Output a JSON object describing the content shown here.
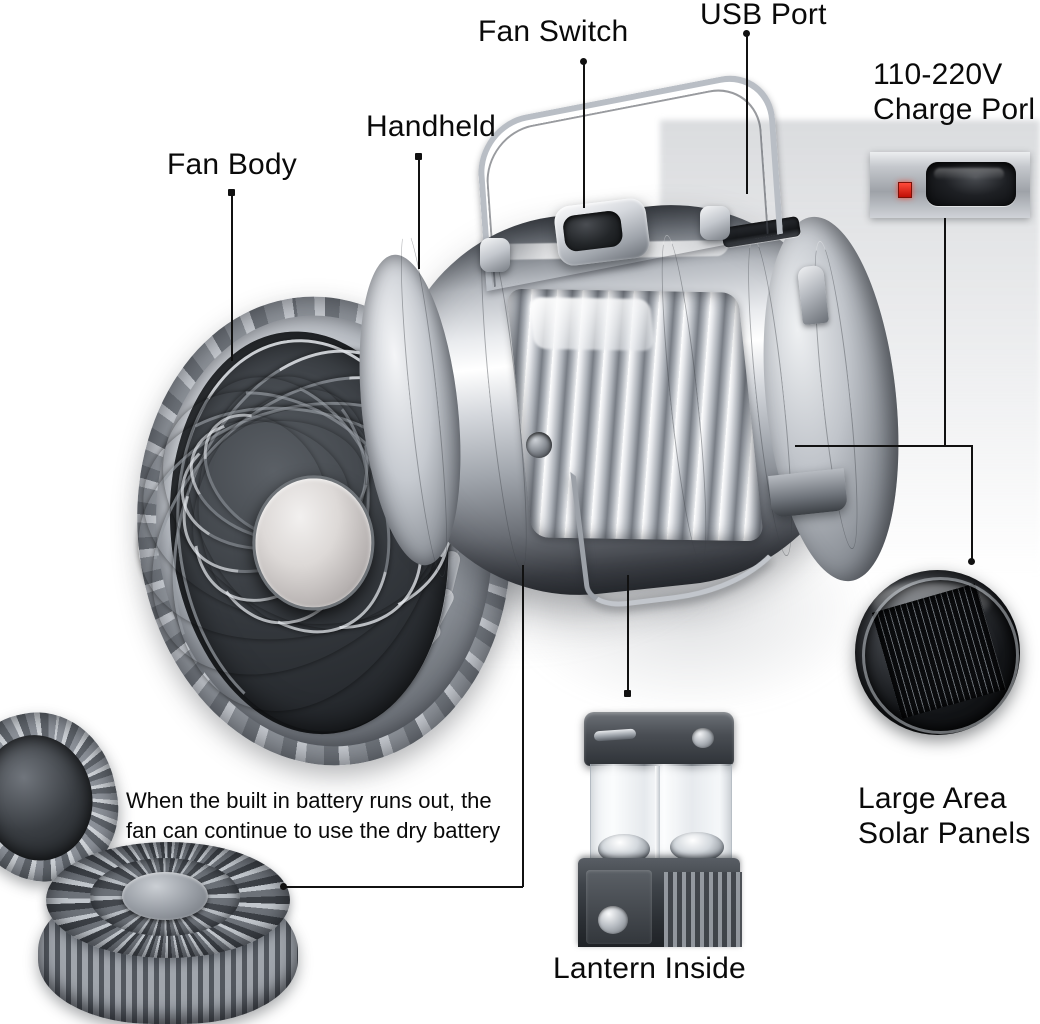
{
  "diagram": {
    "subject": "Solar rechargeable camping lantern with fan",
    "labels": {
      "fan_body": "Fan Body",
      "handheld": "Handheld",
      "fan_switch": "Fan Switch",
      "usb_port": "USB Port",
      "charge_port": "110-220V\nCharge Porl",
      "solar_panels": "Large Area\nSolar Panels",
      "lantern_inside": "Lantern Inside",
      "dry_battery_note": "When the built in battery runs out, the\nfan can continue to use the dry battery"
    },
    "insets": {
      "charge_port_led_color": "#e8281a",
      "charge_port_socket_color": "#0a0b0d",
      "solar_panel_color": "#07080a",
      "lantern_cap_color": "#3d4248"
    },
    "colors": {
      "background": "#ffffff",
      "text": "#0a0a0a",
      "leader_line": "#111111",
      "metal_light": "#e9ebee",
      "metal_mid": "#9ba0a7",
      "metal_dark": "#2a2d32"
    },
    "icons": {
      "leader_dot": "leader-endpoint-dot"
    }
  }
}
